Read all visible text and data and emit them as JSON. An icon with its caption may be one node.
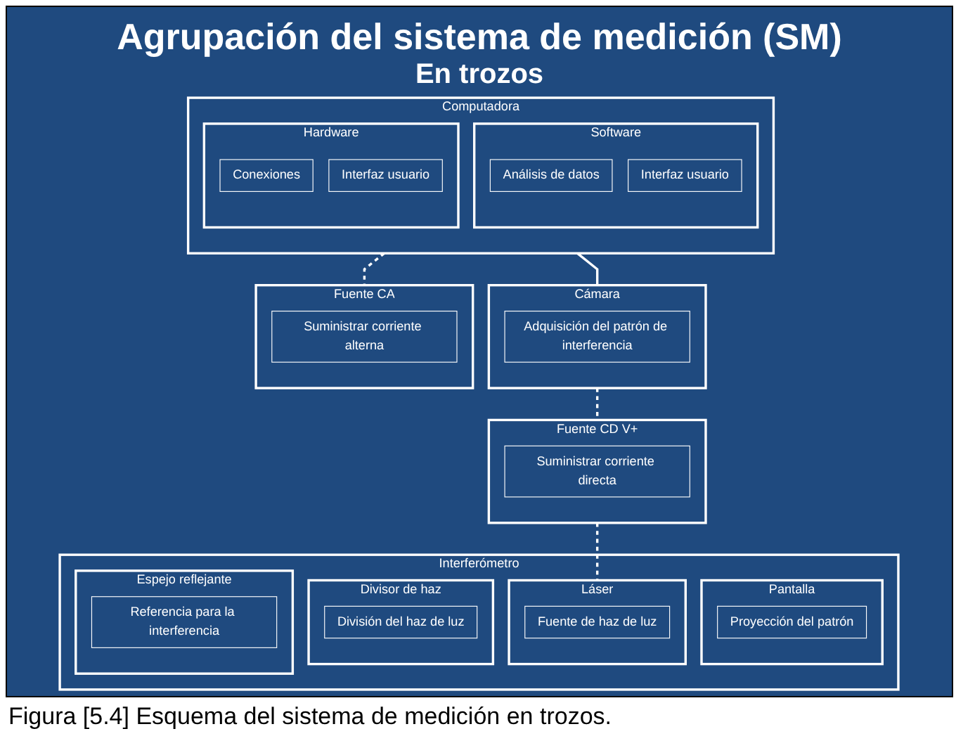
{
  "diagram": {
    "title": "Agrupación del sistema de medición (SM)",
    "caption": "Figura [5.4] Esquema del sistema de medición en trozos.",
    "nodes": [
      {
        "text": [
          "Computadora"
        ]
      },
      {
        "text": [
          "Software"
        ],
        "in": 0
      },
      {
        "text": [
          "Análisis de datos"
        ],
        "in": 1
      },
      {
        "text": [
          "Interfaz usuario"
        ],
        "in": 1
      },
      {
        "text": [
          "Hardware"
        ],
        "in": 0
      },
      {
        "text": [
          "Conexiones"
        ],
        "in": 4
      },
      {
        "text": [
          "Interfaz usuario"
        ],
        "in": 4
      },
      {
        "text": [
          "Cámara"
        ]
      },
      {
        "text": [
          "Adquisición del patrón de interferencia"
        ],
        "in": 7
      },
      {
        "text": [
          "Fuente CD V+"
        ]
      },
      {
        "text": [
          "Suministrar corriente directa"
        ],
        "in": 9
      },
      {
        "text": [
          "Fuente CA"
        ]
      },
      {
        "text": [
          "Suministrar corriente alterna"
        ],
        "in": 11
      },
      {
        "text": [
          "Interferómetro"
        ]
      },
      {
        "text": [
          "Pantalla"
        ],
        "in": 13
      },
      {
        "text": [
          "Proyección del patrón"
        ],
        "in": 14
      },
      {
        "text": [
          "Láser"
        ],
        "in": 13
      },
      {
        "text": [
          "Fuente de haz de luz"
        ],
        "in": 16
      },
      {
        "text": [
          "Divisor de haz"
        ],
        "in": 13
      },
      {
        "text": [
          "División del haz de luz"
        ],
        "in": 18
      },
      {
        "text": [
          "Espejo reflejante"
        ],
        "in": 13
      },
      {
        "text": [
          "Referencia para la interferencia"
        ],
        "in": 20
      }
    ],
    "edges": [
      {
        "from": 0,
        "to": 7,
        "arrow": "none"
      },
      {
        "from": 7,
        "to": 9,
        "arrow": "none",
        "style": "dashed"
      },
      {
        "from": 9,
        "to": 16,
        "arrow": "none",
        "style": "dashed"
      },
      {
        "from": 0,
        "to": 11,
        "arrow": "none",
        "style": "dashed"
      }
    ],
    "labels": [
      "En trozos"
    ]
  }
}
